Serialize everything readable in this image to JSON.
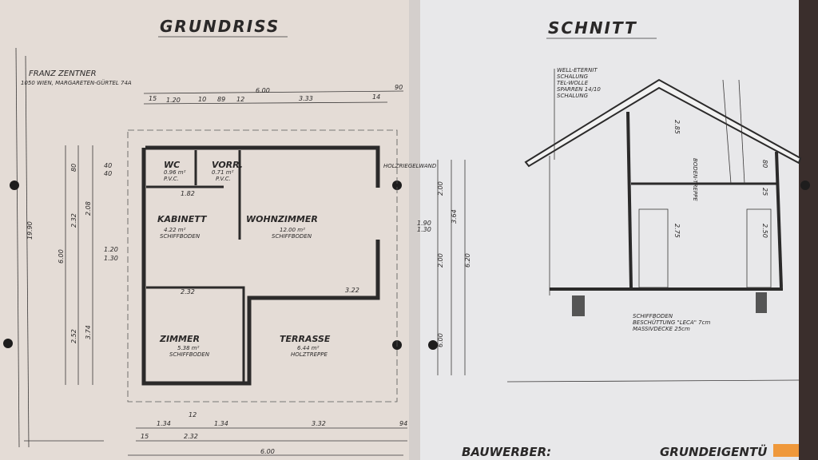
{
  "colors": {
    "paper_left": "#e4dcd6",
    "paper_right": "#e8e8ea",
    "ink": "#2a2828",
    "fold": "#c8c2bd",
    "watermark": "#f08a1c"
  },
  "plan": {
    "title": "GRUNDRISS",
    "owner": "FRANZ ZENTNER",
    "address": "1050 WIEN, MARGARETEN-GÜRTEL 74A",
    "rooms": [
      {
        "name": "WC",
        "area": "0.96 m²",
        "floor": "P.V.C."
      },
      {
        "name": "VORR.",
        "area": "0.71 m²",
        "floor": "P.V.C."
      },
      {
        "name": "KABINETT",
        "area": "4.22 m²",
        "floor": "SCHIFFBODEN"
      },
      {
        "name": "WOHNZIMMER",
        "area": "12.00 m²",
        "floor": "SCHIFFBODEN"
      },
      {
        "name": "ZIMMER",
        "area": "5.38 m²",
        "floor": "SCHIFFBODEN"
      },
      {
        "name": "TERRASSE",
        "area": "6.44 m²",
        "floor": "HOLZTREPPE"
      }
    ],
    "wall_note": "HOLZRIEGELWAND",
    "dims_top": [
      "6.00",
      "15",
      "1.20",
      "10",
      "89",
      "12",
      "3.33",
      "14",
      "90"
    ],
    "dims_bottom": [
      "1.34",
      "12",
      "1.34",
      "3.32",
      "94",
      "15",
      "2.32",
      "6.00"
    ],
    "dims_left": [
      "19.90",
      "6.00",
      "2.32",
      "3.74",
      "2.52",
      "2.08",
      "80",
      "1.20",
      "1.30"
    ],
    "dims_right": [
      "2.00",
      "3.64",
      "6.20",
      "2.00",
      "6.00",
      "1.90",
      "1.30"
    ],
    "dims_inner": [
      "1.82",
      "2.32",
      "3.22",
      "40",
      "40"
    ]
  },
  "section": {
    "title": "SCHNITT",
    "roof_layers": [
      "WELL-ETERNIT",
      "SCHALUNG",
      "TEL-WOLLE",
      "SPARREN 14/10",
      "SCHALUNG"
    ],
    "floor_layers": [
      "SCHIFFBODEN",
      "BESCHÜTTUNG \"LECA\" 7cm",
      "MASSIVDECKE 25cm"
    ],
    "stair_note": "BODEN-TREPPE",
    "dims": [
      "2.85",
      "80",
      "2.75",
      "2.50",
      "25"
    ]
  },
  "footer": {
    "left": "BAUWERBER:",
    "right": "GRUNDEIGENTÜ"
  }
}
